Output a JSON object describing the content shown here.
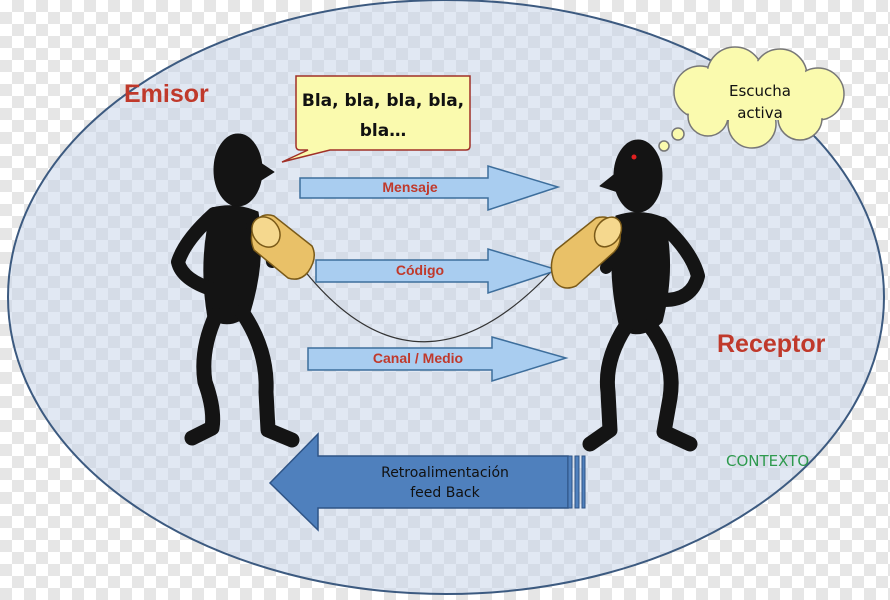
{
  "diagram": {
    "emitter_label": "Emisor",
    "receiver_label": "Receptor",
    "speech_line1": "Bla, bla, bla, bla,",
    "speech_line2": "bla…",
    "thought_line1": "Escucha",
    "thought_line2": "activa",
    "arrows": {
      "message": "Mensaje",
      "code": "Código",
      "channel": "Canal / Medio",
      "feedback_line1": "Retroalimentación",
      "feedback_line2": "feed Back"
    },
    "context_label": "CONTEXTO"
  },
  "colors": {
    "ellipse_stroke": "#3c5a80",
    "forward_arrow_fill": "#a9cdf0",
    "forward_arrow_stroke": "#3d6e9c",
    "feedback_arrow_fill": "#4f80bd",
    "speech_fill": "#fafaae",
    "figure_fill": "#141414",
    "can_fill": "#e9c168",
    "role_text": "#c0392b",
    "context_text": "#2e9a4e"
  }
}
